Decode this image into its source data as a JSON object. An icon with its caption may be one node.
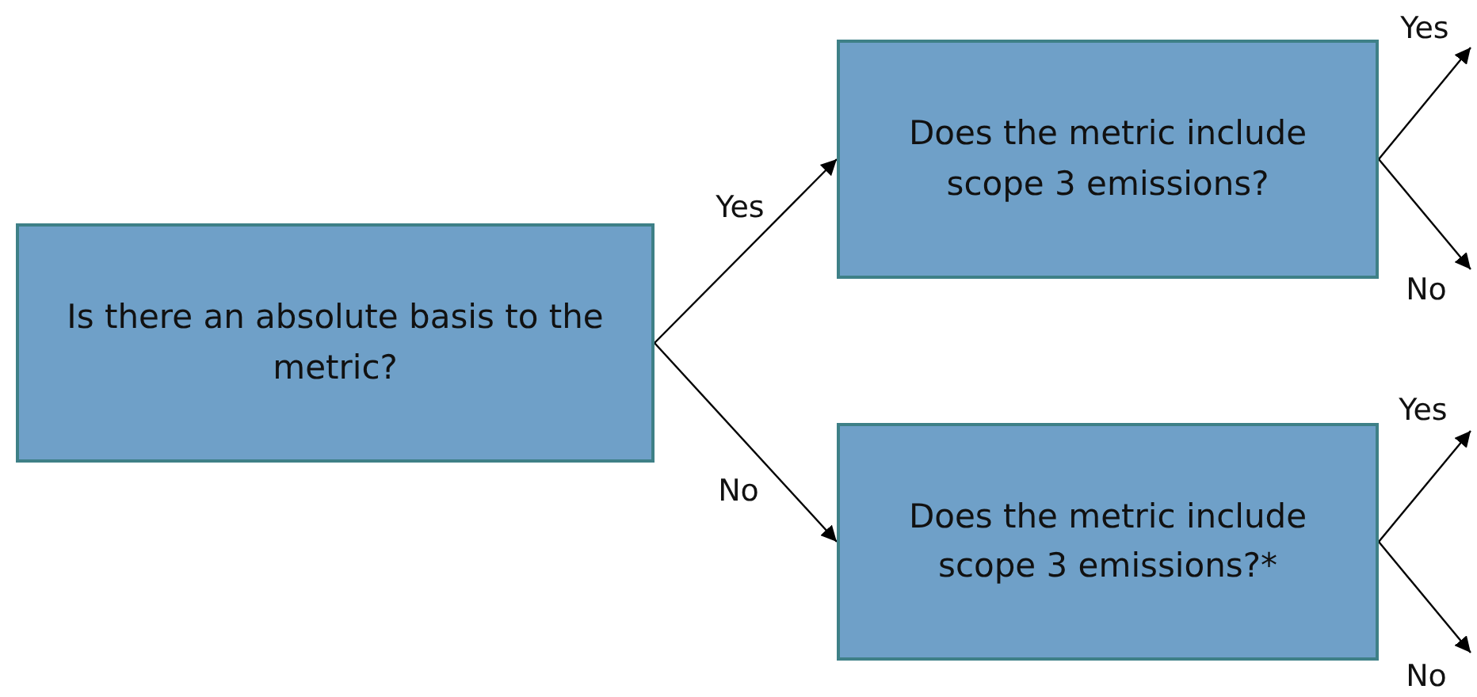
{
  "diagram": {
    "nodes": [
      {
        "text": [
          "Is there an absolute basis to the metric?"
        ]
      },
      {
        "text": [
          "Does the metric include scope 3 emissions?"
        ]
      },
      {
        "text": [
          "Does the metric include scope 3 emissions?*"
        ]
      }
    ],
    "edges": [
      {
        "from": 0,
        "to": 1,
        "arrow": "to",
        "label": "Yes"
      },
      {
        "from": 0,
        "to": 2,
        "arrow": "to",
        "label": "No"
      },
      {
        "from": 1,
        "to": null,
        "arrow": "to",
        "label": "Yes"
      },
      {
        "from": 1,
        "to": null,
        "arrow": "to",
        "label": "No"
      },
      {
        "from": 2,
        "to": null,
        "arrow": "to",
        "label": "Yes"
      },
      {
        "from": 2,
        "to": null,
        "arrow": "to",
        "label": "No"
      }
    ]
  }
}
